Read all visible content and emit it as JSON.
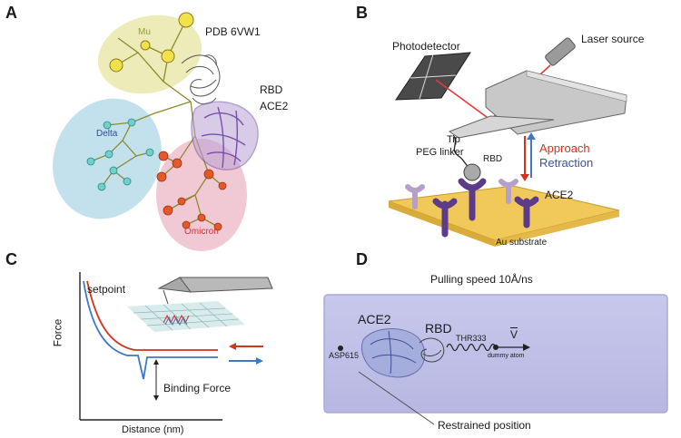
{
  "panels": {
    "a": {
      "label": "A",
      "pdb": "PDB 6VW1",
      "rbd": "RBD",
      "ace2": "ACE2",
      "variants": {
        "mu": "Mu",
        "delta": "Delta",
        "omicron": "Omicron"
      },
      "colors": {
        "mu": "#e8e37a",
        "delta": "#8ccfd8",
        "omicron": "#e25a2a",
        "protein": "#7a4ea8"
      }
    },
    "b": {
      "label": "B",
      "photodetector": "Photodetector",
      "laser": "Laser source",
      "tip": "Tip",
      "peg": "PEG linker",
      "rbd": "RBD",
      "approach": "Approach",
      "retraction": "Retraction",
      "ace2": "ACE2",
      "substrate": "Au substrate",
      "colors": {
        "approach": "#d4331c",
        "retraction": "#3452a8",
        "substrate": "#f1c85a"
      }
    },
    "c": {
      "label": "C",
      "setpoint": "setpoint",
      "ylabel": "Force",
      "xlabel": "Distance (nm)",
      "binding": "Binding Force"
    },
    "d": {
      "label": "D",
      "title": "Pulling speed 10Å/ns",
      "ace2": "ACE2",
      "rbd": "RBD",
      "thr": "THR333",
      "v": "V",
      "dummy": "dummy atom",
      "asp": "ASP615",
      "restrained": "Restrained position",
      "colors": {
        "box": "#c9c9ec"
      }
    }
  }
}
